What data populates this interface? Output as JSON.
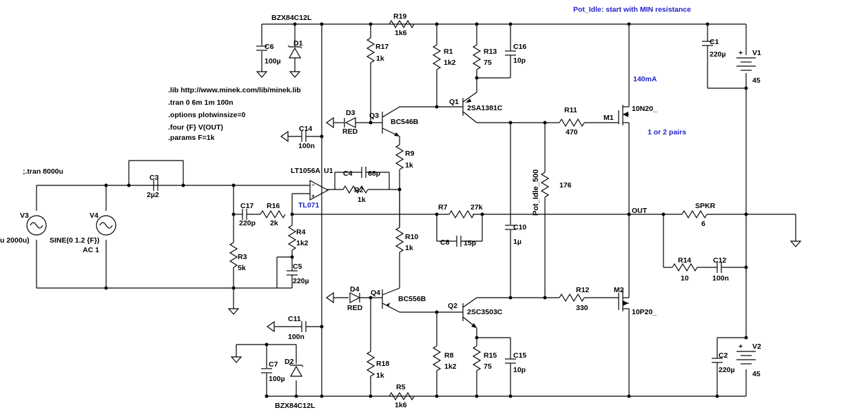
{
  "labels": {
    "note": "Pot_Idle: start with MIN resistance",
    "lib": ".lib http://www.minek.com/lib/minek.lib",
    "tran": ".tran 0 6m 1m 100n",
    "options": ".options plotwinsize=0",
    "four": ".four {F} V(OUT)",
    "params": ".params F=1k",
    "tran_comment": ";.tran 8000u",
    "v3_value": "u 2000u)",
    "v4_value1": "SINE(0 1.2 {F})",
    "v4_value2": "AC 1",
    "current": "140mA",
    "pairs": "1 or 2 pairs",
    "out": "OUT",
    "pot": "Pot_Idle_500",
    "u1_model": "LT1056A",
    "u1_name": "U1",
    "u1_alt": "TL071"
  },
  "components": {
    "R19": {
      "name": "R19",
      "value": "1k6"
    },
    "R17": {
      "name": "R17",
      "value": "1k"
    },
    "R1": {
      "name": "R1",
      "value": "1k2"
    },
    "R13": {
      "name": "R13",
      "value": "75"
    },
    "C16": {
      "name": "C16",
      "value": "10p"
    },
    "C1": {
      "name": "C1",
      "value": "220µ"
    },
    "V1": {
      "name": "V1",
      "value": "45"
    },
    "C6": {
      "name": "C6",
      "value": "100µ"
    },
    "D1": {
      "name": "D1",
      "value": "BZX84C12L"
    },
    "Q1": {
      "name": "Q1",
      "value": "2SA1381C"
    },
    "Q3": {
      "name": "Q3",
      "value": "BC546B"
    },
    "D3": {
      "name": "D3",
      "value": "RED"
    },
    "C14": {
      "name": "C14",
      "value": "100n"
    },
    "R11": {
      "name": "R11",
      "value": "470"
    },
    "M1": {
      "name": "M1",
      "value": "10N20_"
    },
    "R9": {
      "name": "R9",
      "value": "1k"
    },
    "C3": {
      "name": "C3",
      "value": "2µ2"
    },
    "C4": {
      "name": "C4",
      "value": "68p"
    },
    "R2": {
      "name": "R2",
      "value": "1k"
    },
    "R6": {
      "name": "",
      "value": "176"
    },
    "V3": {
      "name": "V3",
      "value": ""
    },
    "V4": {
      "name": "V4",
      "value": ""
    },
    "C17": {
      "name": "C17",
      "value": "220p"
    },
    "R16": {
      "name": "R16",
      "value": "2k"
    },
    "R7": {
      "name": "R7",
      "value": "27k"
    },
    "SPKR": {
      "name": "SPKR",
      "value": "6"
    },
    "R4": {
      "name": "R4",
      "value": "1k2"
    },
    "C8": {
      "name": "C8",
      "value": "15p"
    },
    "C10": {
      "name": "C10",
      "value": "1µ"
    },
    "R10": {
      "name": "R10",
      "value": "1k"
    },
    "R3": {
      "name": "R3",
      "value": "5k"
    },
    "C5": {
      "name": "C5",
      "value": "220µ"
    },
    "R14": {
      "name": "R14",
      "value": "10"
    },
    "C12": {
      "name": "C12",
      "value": "100n"
    },
    "D4": {
      "name": "D4",
      "value": "RED"
    },
    "Q4": {
      "name": "Q4",
      "value": "BC556B"
    },
    "R12": {
      "name": "R12",
      "value": "330"
    },
    "M2": {
      "name": "M2",
      "value": "10P20_"
    },
    "Q2": {
      "name": "Q2",
      "value": "2SC3503C"
    },
    "C11": {
      "name": "C11",
      "value": "100n"
    },
    "R8": {
      "name": "R8",
      "value": "1k2"
    },
    "R15": {
      "name": "R15",
      "value": "75"
    },
    "C15": {
      "name": "C15",
      "value": "10p"
    },
    "C2": {
      "name": "C2",
      "value": "220µ"
    },
    "V2": {
      "name": "V2",
      "value": "45"
    },
    "C7": {
      "name": "C7",
      "value": "100µ"
    },
    "D2": {
      "name": "D2",
      "value": "BZX84C12L"
    },
    "R18": {
      "name": "R18",
      "value": "1k"
    },
    "R5": {
      "name": "R5",
      "value": "1k6"
    }
  },
  "colors": {
    "wire": "#000000",
    "note": "#2222cc",
    "background": "#ffffff"
  }
}
